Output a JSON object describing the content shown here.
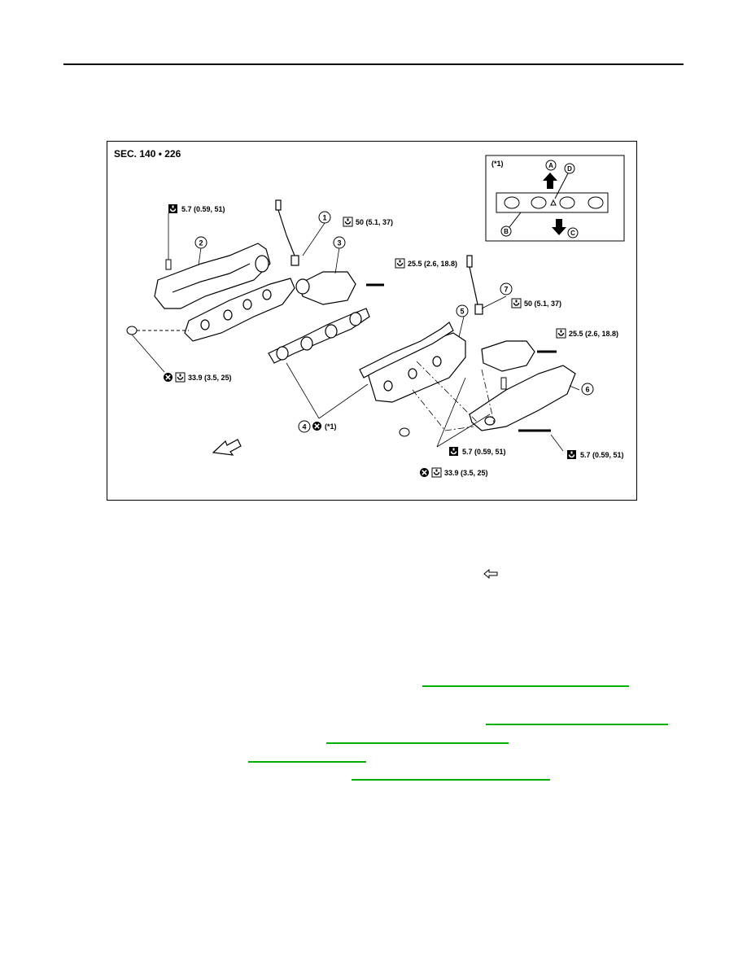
{
  "figure": {
    "section_label": "SEC. 140 • 226",
    "torque_specs": {
      "heat_insulator_left_bolt": "5.7 (0.59, 51)",
      "sensor_left": "50 (5.1, 37)",
      "stud_left": "25.5 (2.6, 18.8)",
      "nut_left": "33.9 (3.5, 25)",
      "sensor_right": "50 (5.1, 37)",
      "stud_right": "25.5 (2.6, 18.8)",
      "bolt_right_lower": "5.7 (0.59, 51)",
      "bolt_right_side": "5.7 (0.59, 51)",
      "nut_right": "33.9 (3.5, 25)"
    },
    "callouts": [
      "1",
      "2",
      "3",
      "4",
      "5",
      "6",
      "7"
    ],
    "gasket_note": "(*1)",
    "inset": {
      "note": "(*1)",
      "labels": [
        "A",
        "B",
        "C",
        "D"
      ]
    }
  },
  "colors": {
    "link": "#00b000",
    "line": "#000000"
  },
  "icons": [
    "torque-wrench-icon",
    "do-not-reuse-icon",
    "front-arrow-icon",
    "hollow-left-arrow-icon"
  ]
}
